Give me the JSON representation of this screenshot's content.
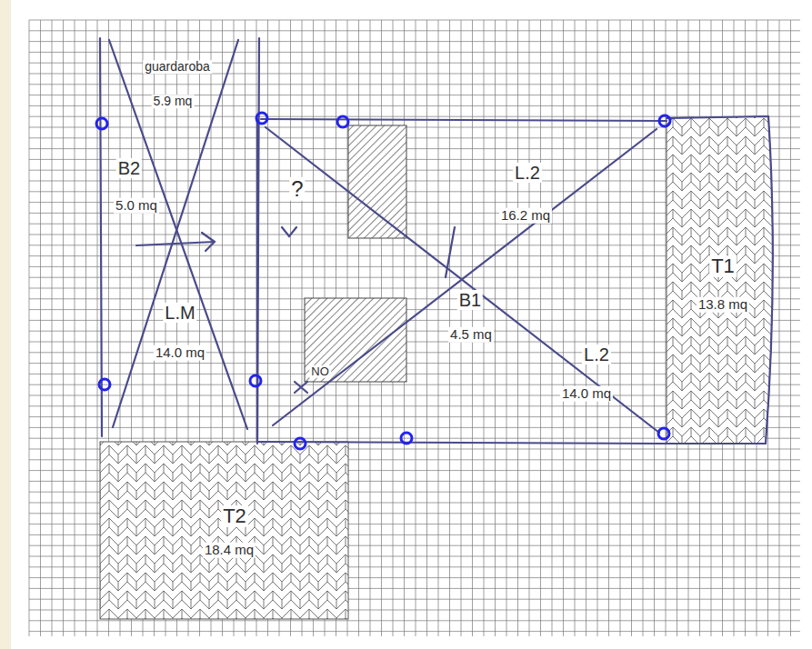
{
  "diagram": {
    "nodes": [
      {
        "text": [
          "guardaroba",
          "5.9 mq",
          "B2",
          "5.0 mq",
          "L.M",
          "14.0 mq"
        ]
      },
      {
        "text": [
          "?",
          "L.2",
          "16.2 mq",
          "B1",
          "4.5 mq",
          "L.2",
          "14.0 mq"
        ]
      },
      {
        "text": [
          "T1",
          "13.8 mq"
        ]
      },
      {
        "text": [
          "T2",
          "18.4 mq"
        ]
      }
    ],
    "labels": [
      "NO"
    ]
  }
}
